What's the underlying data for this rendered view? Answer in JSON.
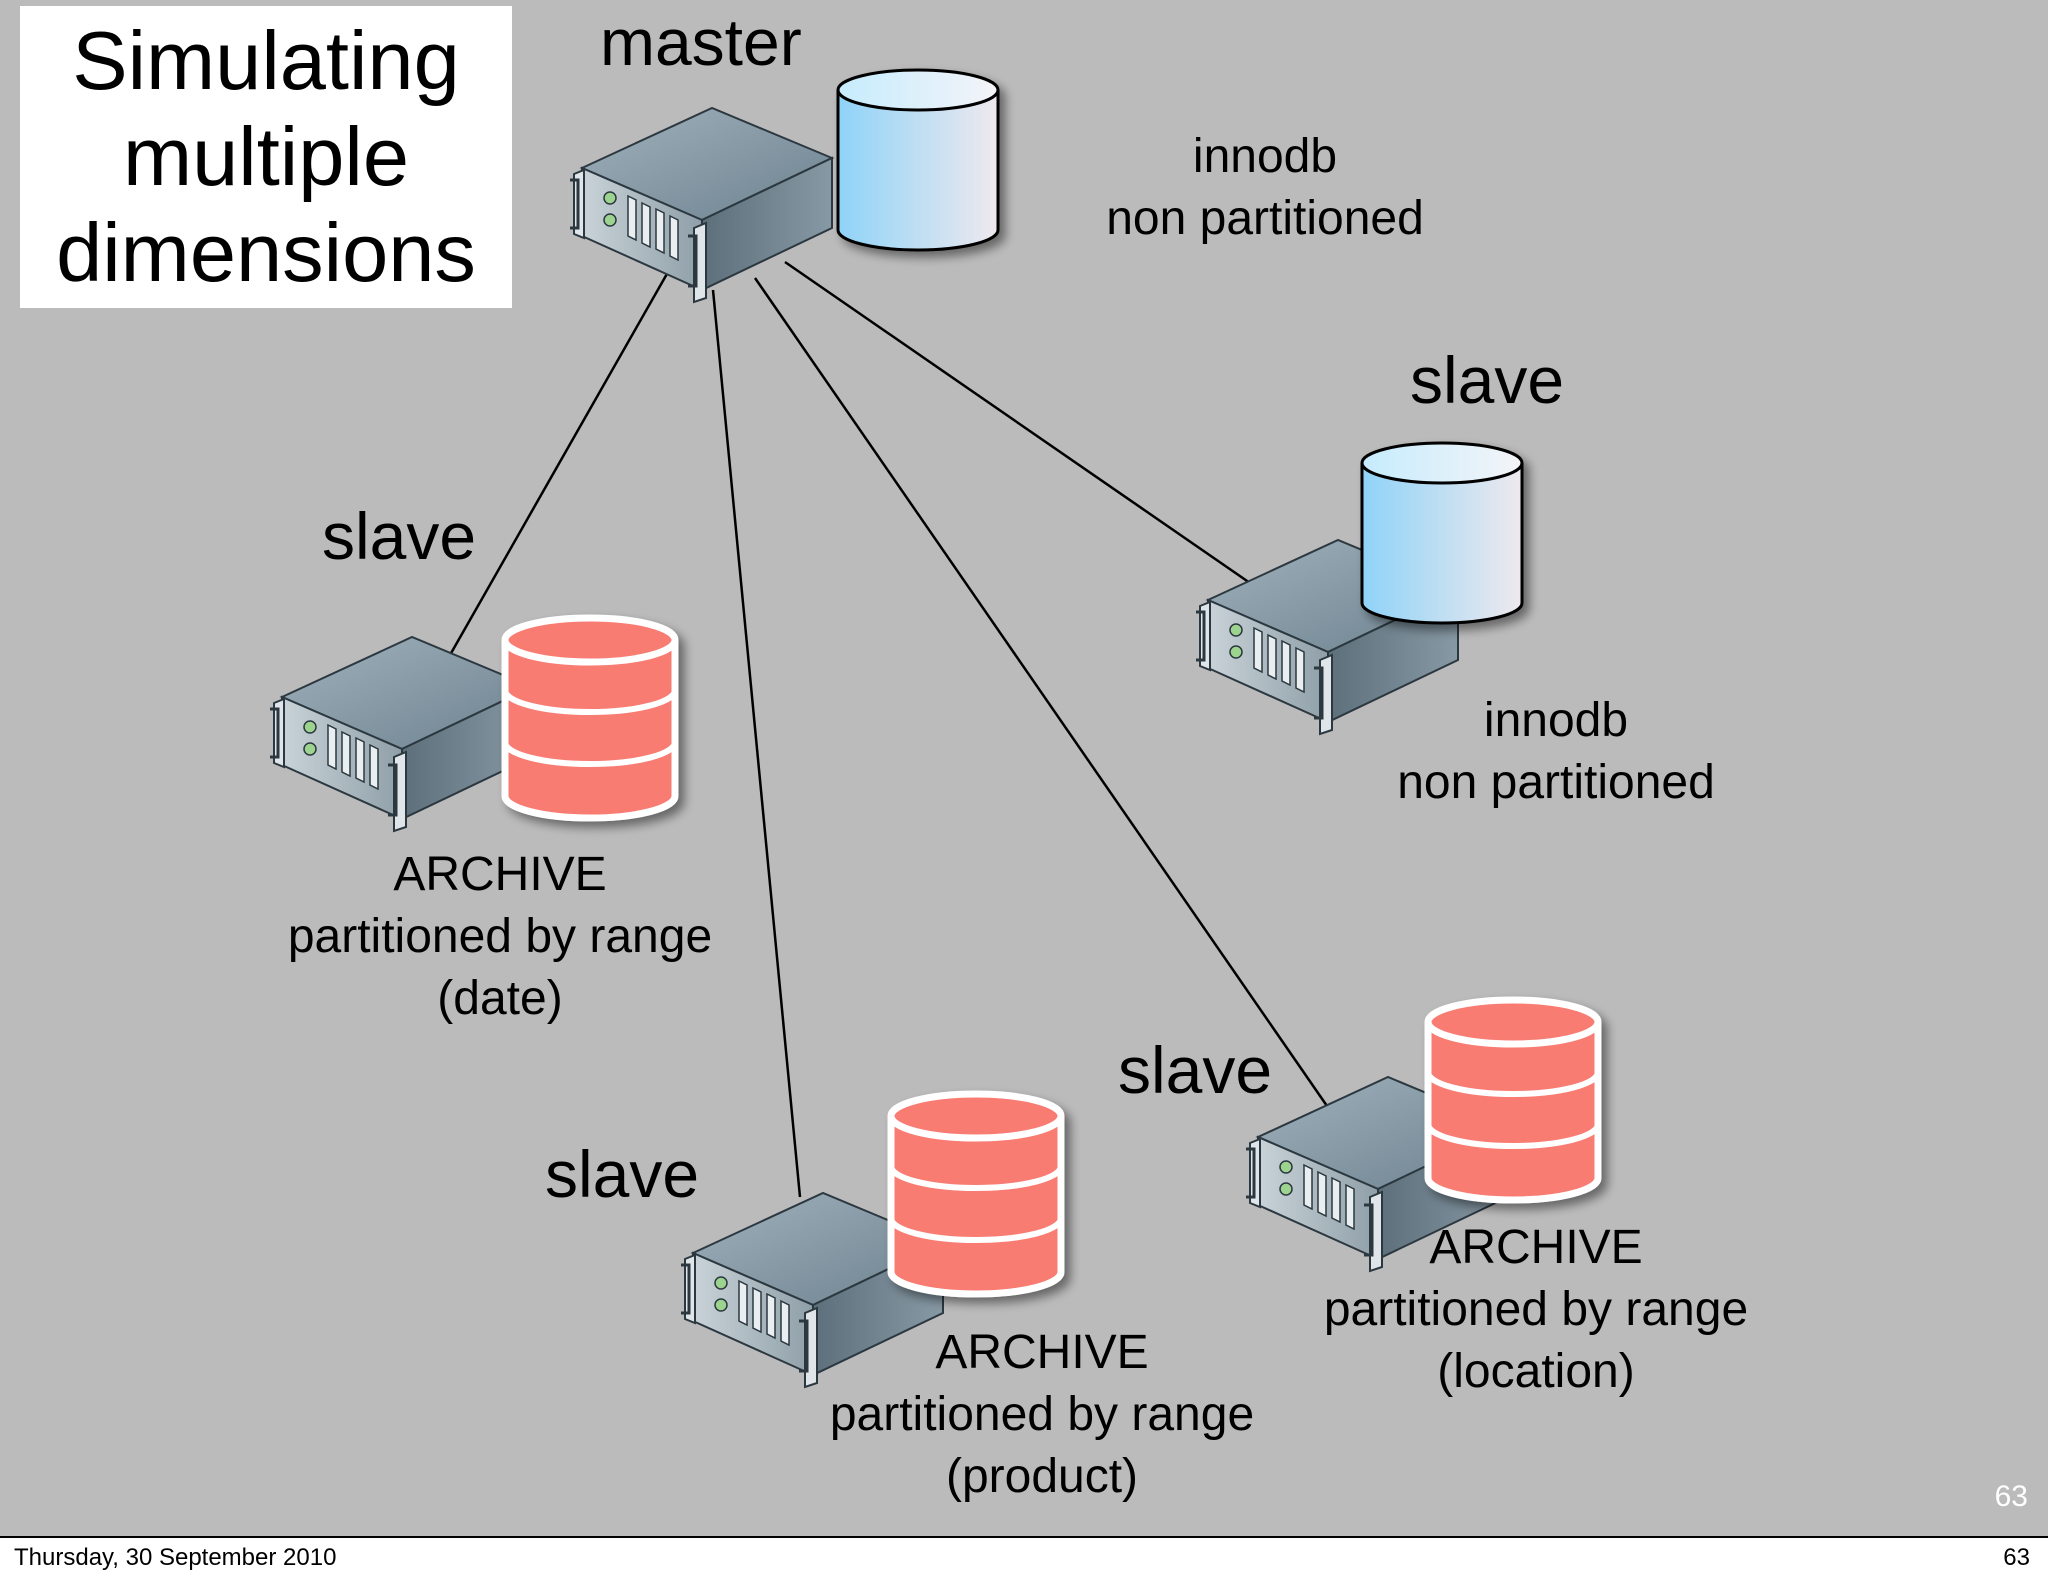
{
  "title": "Simulating\nmultiple\ndimensions",
  "colors": {
    "background": "#bcbbbc",
    "innodb_cylinder": "#a9dcf6",
    "archive_cylinder": "#fa7c74",
    "server_body": "#7f939f"
  },
  "nodes": {
    "master": {
      "role": "master",
      "engine": "innodb",
      "note": "non partitioned",
      "icon": "server-icon",
      "db_icon": "database-cylinder-icon"
    },
    "slave_innodb": {
      "role": "slave",
      "engine": "innodb",
      "note": "non partitioned",
      "icon": "server-icon",
      "db_icon": "database-cylinder-icon"
    },
    "slave_date": {
      "role": "slave",
      "engine": "ARCHIVE",
      "note": "partitioned by range",
      "key": "(date)",
      "icon": "server-icon",
      "db_icon": "database-stack-icon"
    },
    "slave_product": {
      "role": "slave",
      "engine": "ARCHIVE",
      "note": "partitioned by range",
      "key": "(product)",
      "icon": "server-icon",
      "db_icon": "database-stack-icon"
    },
    "slave_location": {
      "role": "slave",
      "engine": "ARCHIVE",
      "note": "partitioned by range",
      "key": "(location)",
      "icon": "server-icon",
      "db_icon": "database-stack-icon"
    }
  },
  "edges": [
    {
      "from": "master",
      "to": "slave_date"
    },
    {
      "from": "master",
      "to": "slave_product"
    },
    {
      "from": "master",
      "to": "slave_location"
    },
    {
      "from": "master",
      "to": "slave_innodb"
    }
  ],
  "slide_number": "63",
  "footer": {
    "date": "Thursday, 30 September 2010",
    "page": "63"
  }
}
